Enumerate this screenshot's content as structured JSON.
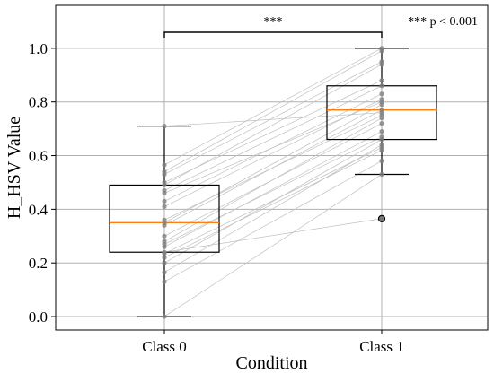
{
  "chart_data": {
    "type": "box",
    "categories": [
      "Class 0",
      "Class 1"
    ],
    "xlabel": "Condition",
    "ylabel": "H_HSV Value",
    "ylim": [
      -0.05,
      1.16
    ],
    "yticks": [
      "0.0",
      "0.2",
      "0.4",
      "0.6",
      "0.8",
      "1.0"
    ],
    "grid": true,
    "boxes": [
      {
        "name": "Class 0",
        "q1": 0.24,
        "median": 0.35,
        "q3": 0.49,
        "whisker_low": 0.0,
        "whisker_high": 0.71,
        "outliers": []
      },
      {
        "name": "Class 1",
        "q1": 0.66,
        "median": 0.77,
        "q3": 0.86,
        "whisker_low": 0.53,
        "whisker_high": 1.0,
        "outliers": [
          0.365
        ]
      }
    ],
    "pairs": [
      [
        0.0,
        0.53
      ],
      [
        0.13,
        0.58
      ],
      [
        0.165,
        0.64
      ],
      [
        0.2,
        0.66
      ],
      [
        0.22,
        0.62
      ],
      [
        0.235,
        0.63
      ],
      [
        0.24,
        0.365
      ],
      [
        0.26,
        0.69
      ],
      [
        0.27,
        0.67
      ],
      [
        0.28,
        0.74
      ],
      [
        0.3,
        0.72
      ],
      [
        0.34,
        0.77
      ],
      [
        0.35,
        0.79
      ],
      [
        0.36,
        0.75
      ],
      [
        0.41,
        0.81
      ],
      [
        0.43,
        0.83
      ],
      [
        0.46,
        0.8
      ],
      [
        0.47,
        0.86
      ],
      [
        0.49,
        0.94
      ],
      [
        0.5,
        0.88
      ],
      [
        0.53,
        0.95
      ],
      [
        0.54,
        0.99
      ],
      [
        0.565,
        1.0
      ],
      [
        0.71,
        0.76
      ]
    ],
    "colors": {
      "median": "#ff7f0e",
      "points": "#808080",
      "pair_lines": "#c0c0c0",
      "box": "#000000",
      "grid": "#b0b0b0"
    },
    "significance": {
      "label": "***",
      "legend": "*** p < 0.001"
    }
  }
}
